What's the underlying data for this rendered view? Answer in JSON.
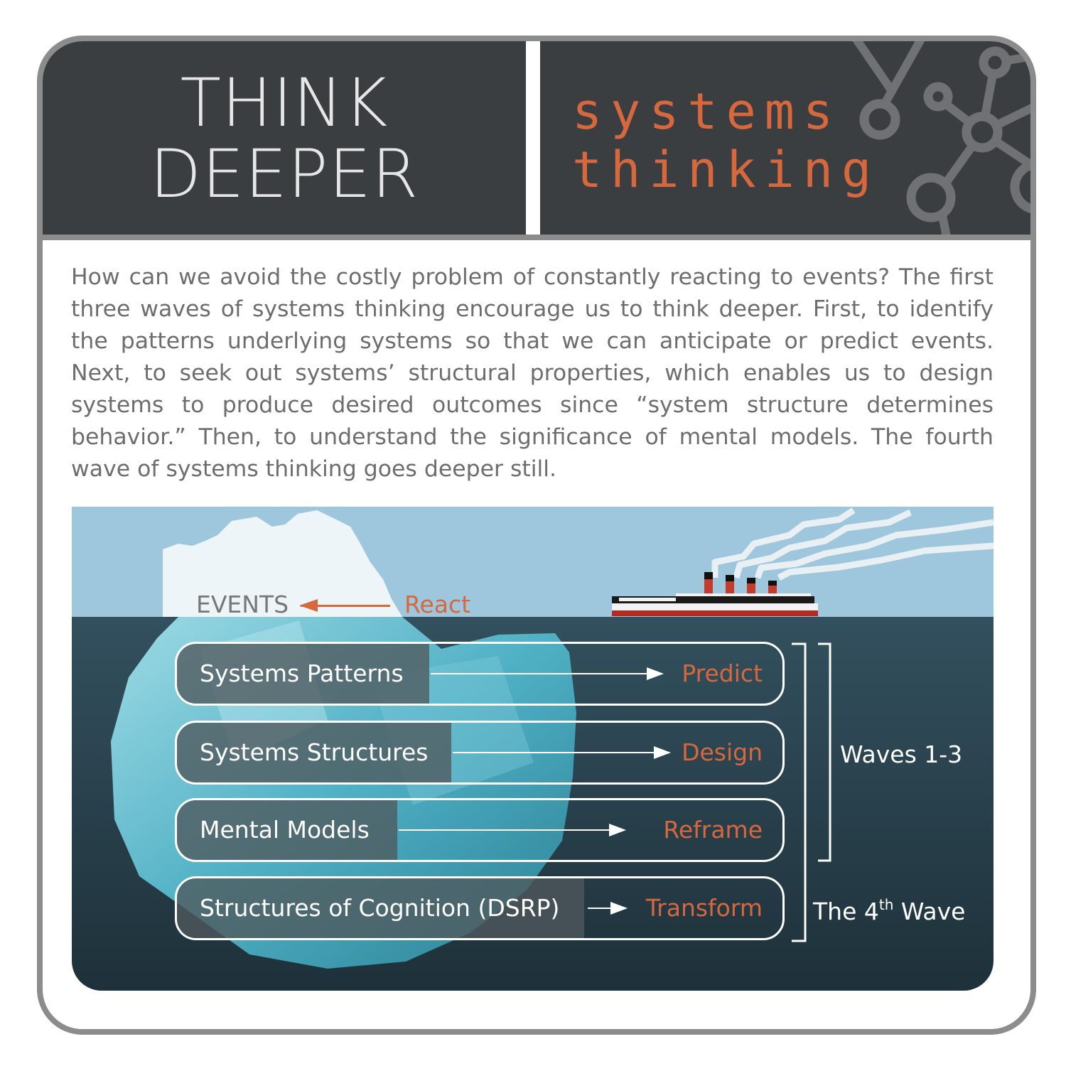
{
  "header": {
    "title_left_line1": "THINK",
    "title_left_line2": "DEEPER",
    "title_right_line1": "systems",
    "title_right_line2": "thinking"
  },
  "intro_text": "How can we avoid the costly problem of constantly reacting to events? The first three waves of systems thinking encourage us to think deeper. First, to identify the patterns underlying systems so that we can anticipate or predict events. Next, to seek out systems’ structural properties, which enables us to design systems to produce desired outcomes since “system structure determines behavior.” Then, to understand the significance of mental models. The fourth wave of systems thinking goes deeper still.",
  "iceberg": {
    "events_label": "EVENTS",
    "react_label": "React",
    "levels": [
      {
        "label": "Systems Patterns",
        "action": "Predict"
      },
      {
        "label": "Systems Structures",
        "action": "Design"
      },
      {
        "label": "Mental Models",
        "action": "Reframe"
      },
      {
        "label": "Structures of Cognition (DSRP)",
        "action": "Transform"
      }
    ],
    "waves_label": "Waves 1-3",
    "fourth_wave_prefix": "The 4",
    "fourth_wave_sup": "th",
    "fourth_wave_suffix": " Wave"
  },
  "colors": {
    "accent": "#d7683d",
    "header_bg": "#3b3e40",
    "sky": "#9ec6dc",
    "water": "#2f4a56"
  }
}
